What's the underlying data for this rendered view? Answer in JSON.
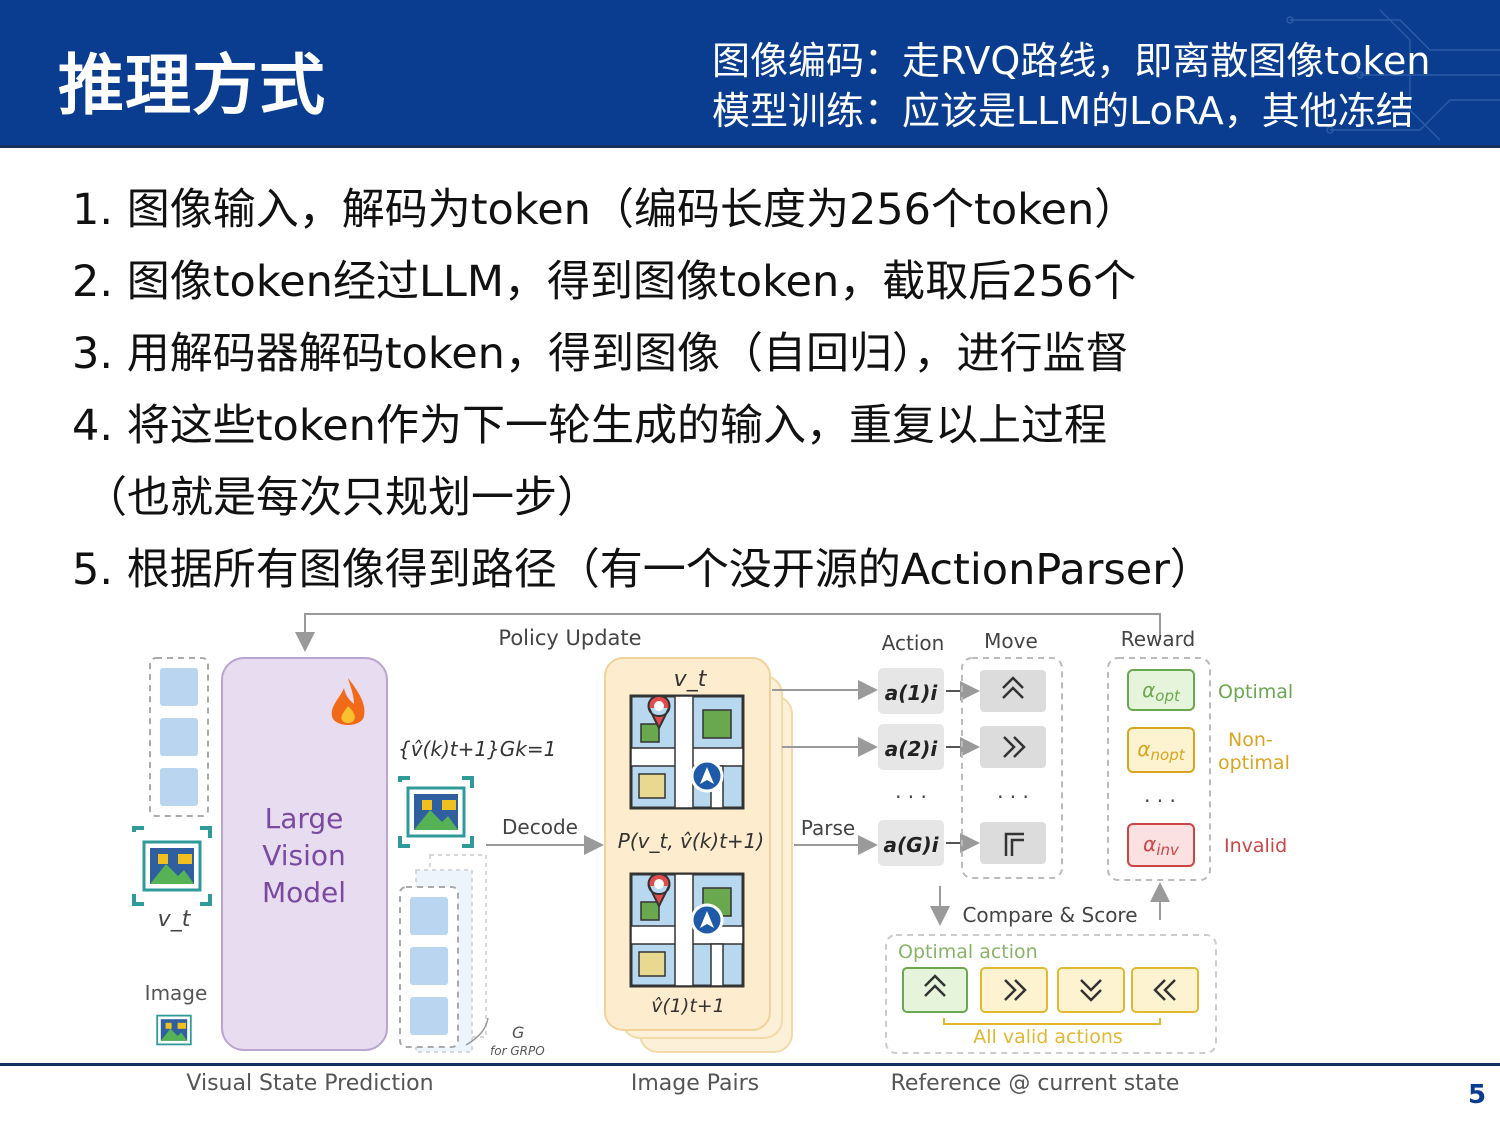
{
  "header": {
    "title": "推理方式",
    "subtitle_line1": "图像编码：走RVQ路线，即离散图像token",
    "subtitle_line2": "模型训练：应该是LLM的LoRA，其他冻结"
  },
  "bullets": [
    "1. 图像输入，解码为token（编码长度为256个token）",
    "2. 图像token经过LLM，得到图像token，截取后256个",
    "3. 用解码器解码token，得到图像（自回归），进行监督",
    "4. 将这些token作为下一轮生成的输入，重复以上过程",
    "（也就是每次只规划一步）",
    "5. 根据所有图像得到路径（有一个没开源的ActionParser）"
  ],
  "diagram": {
    "policy_update": "Policy Update",
    "lvm_lines": [
      "Large",
      "Vision",
      "Model"
    ],
    "input_label": "v_t",
    "image_label": "Image",
    "sample_label": "{v̂(k)t+1}Gk=1",
    "group_label": "G",
    "grpo_label": "for GRPO",
    "decode_label": "Decode",
    "parse_label": "Parse",
    "pair_top_label": "v_t",
    "pair_formula": "P(v_t, v̂(k)t+1)",
    "pair_bottom_label": "v̂(1)t+1",
    "col_action": "Action",
    "col_move": "Move",
    "col_reward": "Reward",
    "actions": [
      "a(1)i",
      "a(2)i",
      "a(G)i"
    ],
    "ellipsis": ". . .",
    "rewards": [
      {
        "symbol": "α",
        "sub": "opt",
        "label_lines": [
          "Optimal"
        ],
        "color": "#6aa84f",
        "fill": "#e6f4dc"
      },
      {
        "symbol": "α",
        "sub": "nopt",
        "label_lines": [
          "Non-",
          "optimal"
        ],
        "color": "#d9a520",
        "fill": "#fdf3d0"
      },
      {
        "symbol": "α",
        "sub": "inv",
        "label_lines": [
          "Invalid"
        ],
        "color": "#cc4444",
        "fill": "#fbe1e1"
      }
    ],
    "compare_label": "Compare & Score",
    "optimal_action_label": "Optimal action",
    "all_valid_label": "All valid actions",
    "section_labels": [
      "Visual State Prediction",
      "Image Pairs",
      "Reference @ current state"
    ],
    "accent_purple": "#7a4aa0",
    "accent_blue": "#5b9bd5"
  },
  "page_number": "5"
}
